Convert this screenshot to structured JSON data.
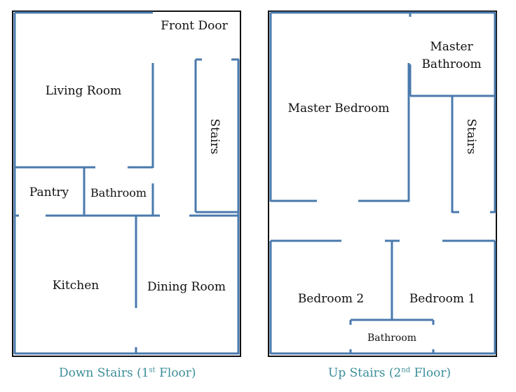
{
  "colors": {
    "wall": "#4a7aad",
    "outline": "#111111",
    "caption": "#3c8e99",
    "label": "#111111"
  },
  "floor1": {
    "rooms": {
      "front_door": "Front Door",
      "living_room": "Living Room",
      "stairs": "Stairs",
      "pantry": "Pantry",
      "bathroom": "Bathroom",
      "kitchen": "Kitchen",
      "dining_room": "Dining Room"
    },
    "caption": {
      "prefix": "Down Stairs (1",
      "superscript": "st",
      "suffix": " Floor)"
    }
  },
  "floor2": {
    "rooms": {
      "master_bathroom_line1": "Master",
      "master_bathroom_line2": "Bathroom",
      "master_bedroom": "Master Bedroom",
      "stairs": "Stairs",
      "bedroom2": "Bedroom 2",
      "bedroom1": "Bedroom 1",
      "bathroom": "Bathroom"
    },
    "caption": {
      "prefix": "Up Stairs (2",
      "superscript": "nd",
      "suffix": " Floor)"
    }
  }
}
